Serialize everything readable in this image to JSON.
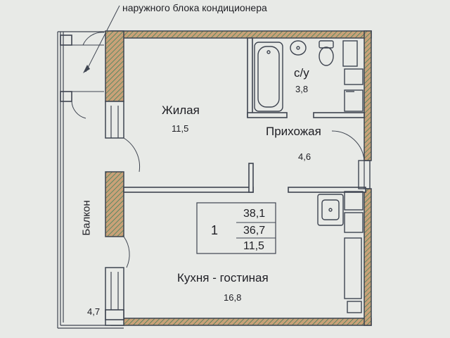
{
  "annotation": {
    "text": "наружного блока кондиционера"
  },
  "rooms": {
    "living": {
      "name": "Жилая",
      "area": "11,5"
    },
    "bathroom": {
      "name": "с/у",
      "area": "3,8"
    },
    "hallway": {
      "name": "Прихожая",
      "area": "4,6"
    },
    "kitchen": {
      "name": "Кухня - гостиная",
      "area": "16,8"
    },
    "balcony": {
      "name": "Балкон",
      "area": "4,7"
    }
  },
  "summary": {
    "room_count": "1",
    "total_area": "38,1",
    "living_area_total": "36,7",
    "living_room_area": "11,5"
  },
  "colors": {
    "background": "#e8eae7",
    "wall": "#3e4450",
    "hatch_fill": "#c9a178",
    "text": "#1e1e24"
  }
}
